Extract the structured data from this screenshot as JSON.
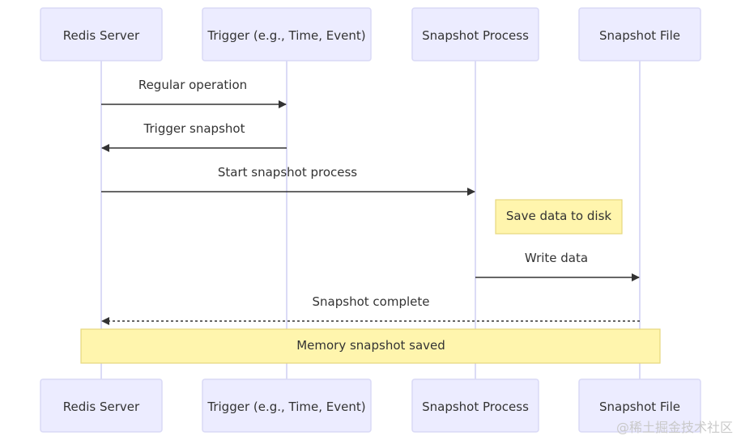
{
  "actors": [
    {
      "id": "redis",
      "label": "Redis Server"
    },
    {
      "id": "trigger",
      "label": "Trigger (e.g., Time, Event)"
    },
    {
      "id": "process",
      "label": "Snapshot Process"
    },
    {
      "id": "file",
      "label": "Snapshot File"
    }
  ],
  "messages": [
    {
      "label": "Regular operation",
      "from": "redis",
      "to": "trigger",
      "style": "solid"
    },
    {
      "label": "Trigger snapshot",
      "from": "trigger",
      "to": "redis",
      "style": "solid"
    },
    {
      "label": "Start snapshot process",
      "from": "redis",
      "to": "process",
      "style": "solid"
    },
    {
      "label": "Write data",
      "from": "process",
      "to": "file",
      "style": "solid"
    },
    {
      "label": "Snapshot complete",
      "from": "file",
      "to": "redis",
      "style": "dotted"
    }
  ],
  "notes": [
    {
      "label": "Save data to disk",
      "over": "process"
    },
    {
      "label": "Memory snapshot saved",
      "over": "redis-to-file"
    }
  ],
  "colors": {
    "actor_fill": "#ececff",
    "actor_border": "#d9d9f6",
    "lifeline": "#cfcff3",
    "note_fill": "#fff5ad",
    "note_border": "#e6d77e",
    "text": "#333333"
  },
  "watermark": "@稀土掘金技术社区"
}
